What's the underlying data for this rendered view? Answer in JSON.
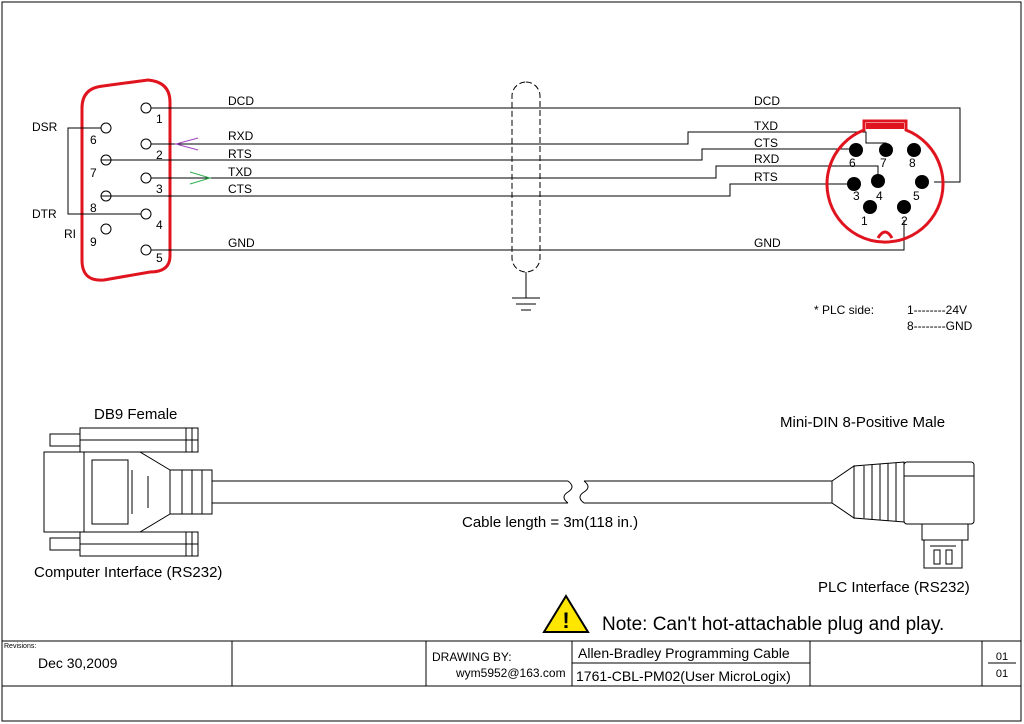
{
  "diagram": {
    "db9_left_labels": [
      "DSR",
      "DTR",
      "RI"
    ],
    "db9_pins": [
      "1",
      "2",
      "3",
      "4",
      "5",
      "6",
      "7",
      "8",
      "9"
    ],
    "left_signals": [
      "DCD",
      "RXD",
      "RTS",
      "TXD",
      "CTS",
      "GND"
    ],
    "right_signals": [
      "DCD",
      "TXD",
      "CTS",
      "RXD",
      "RTS",
      "GND"
    ],
    "din_pins": [
      "1",
      "2",
      "3",
      "4",
      "5",
      "6",
      "7",
      "8"
    ],
    "plc_note": {
      "label": "* PLC side:",
      "line1": "1--------24V",
      "line2": "8--------GND"
    }
  },
  "drawing": {
    "db9_title": "DB9 Female",
    "din_title": "Mini-DIN 8-Positive Male",
    "cable_length": "Cable length = 3m(118 in.)",
    "computer_interface": "Computer Interface (RS232)",
    "plc_interface": "PLC Interface (RS232)",
    "warning_mark": "!",
    "note": "Note: Can't hot-attachable plug and play."
  },
  "title_block": {
    "revisions_label": "Revisions:",
    "date": "Dec 30,2009",
    "drawing_by_label": "DRAWING BY:",
    "drawing_by": "wym5952@163.com",
    "title_line1": "Allen-Bradley Programming Cable",
    "title_line2": "1761-CBL-PM02(User MicroLogix)",
    "sheet_num": "01",
    "sheet_total": "01"
  },
  "colors": {
    "connector_outline": "#e0141e",
    "rxd_arrow": "#a040c0",
    "txd_arrow": "#30b050",
    "warning_fill": "#ffe600"
  }
}
